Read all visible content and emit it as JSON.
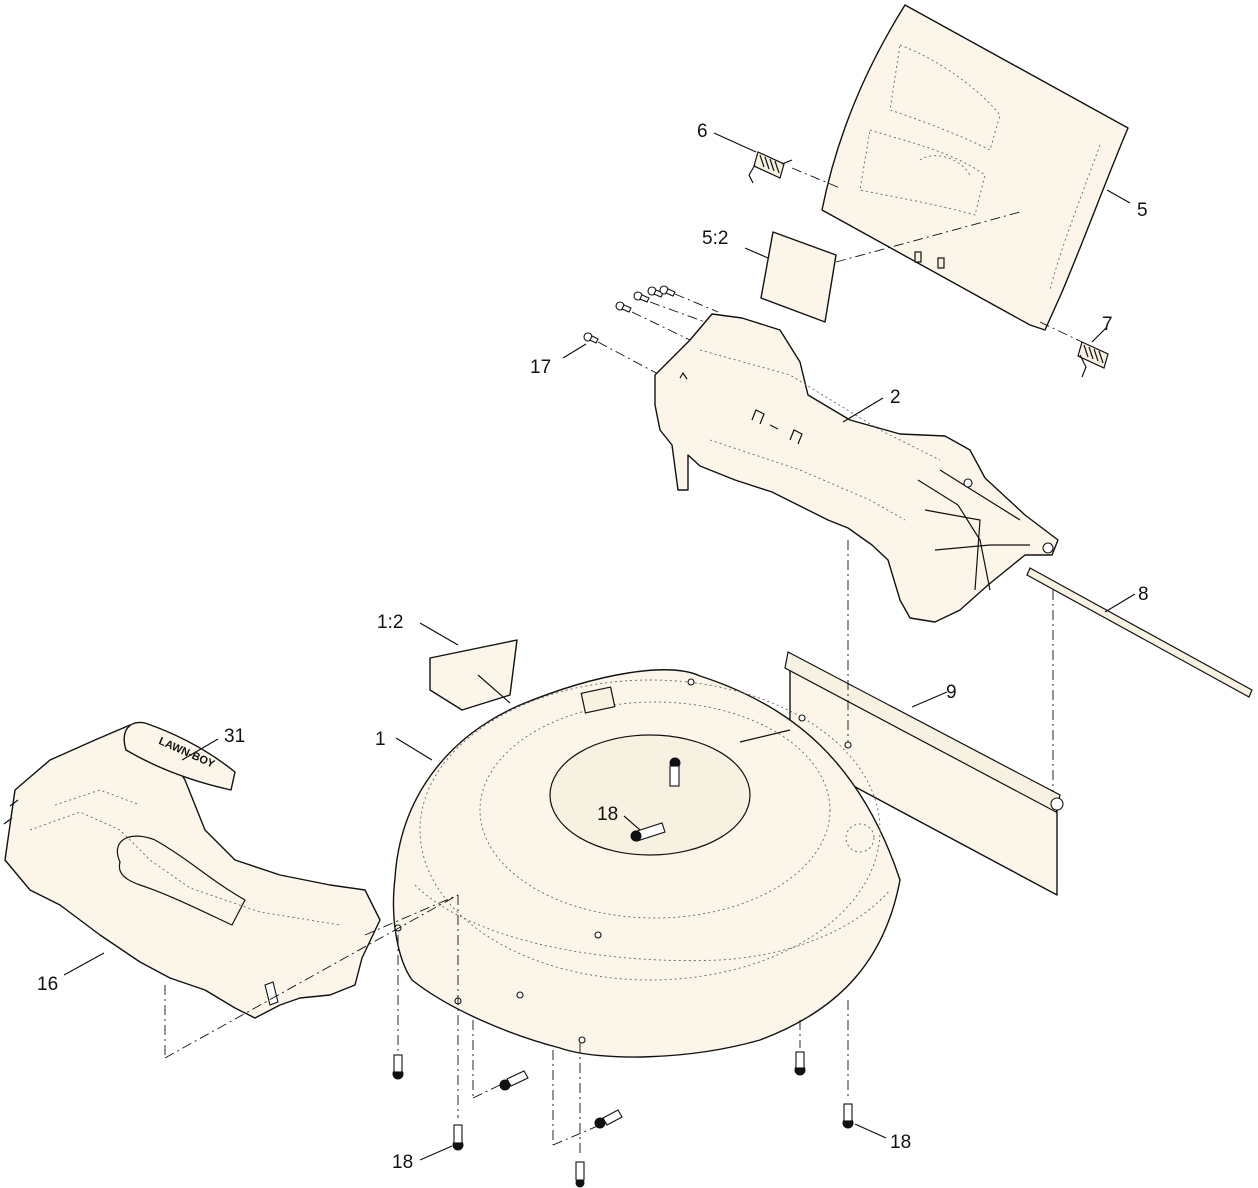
{
  "callouts": {
    "c1": "1",
    "c1_2": "1:2",
    "c2": "2",
    "c5": "5",
    "c5_2": "5:2",
    "c6": "6",
    "c7": "7",
    "c8": "8",
    "c9": "9",
    "c16": "16",
    "c17": "17",
    "c18_center": "18",
    "c18_left": "18",
    "c18_right": "18",
    "c31": "31"
  },
  "logo_text": "LAWN-BOY"
}
